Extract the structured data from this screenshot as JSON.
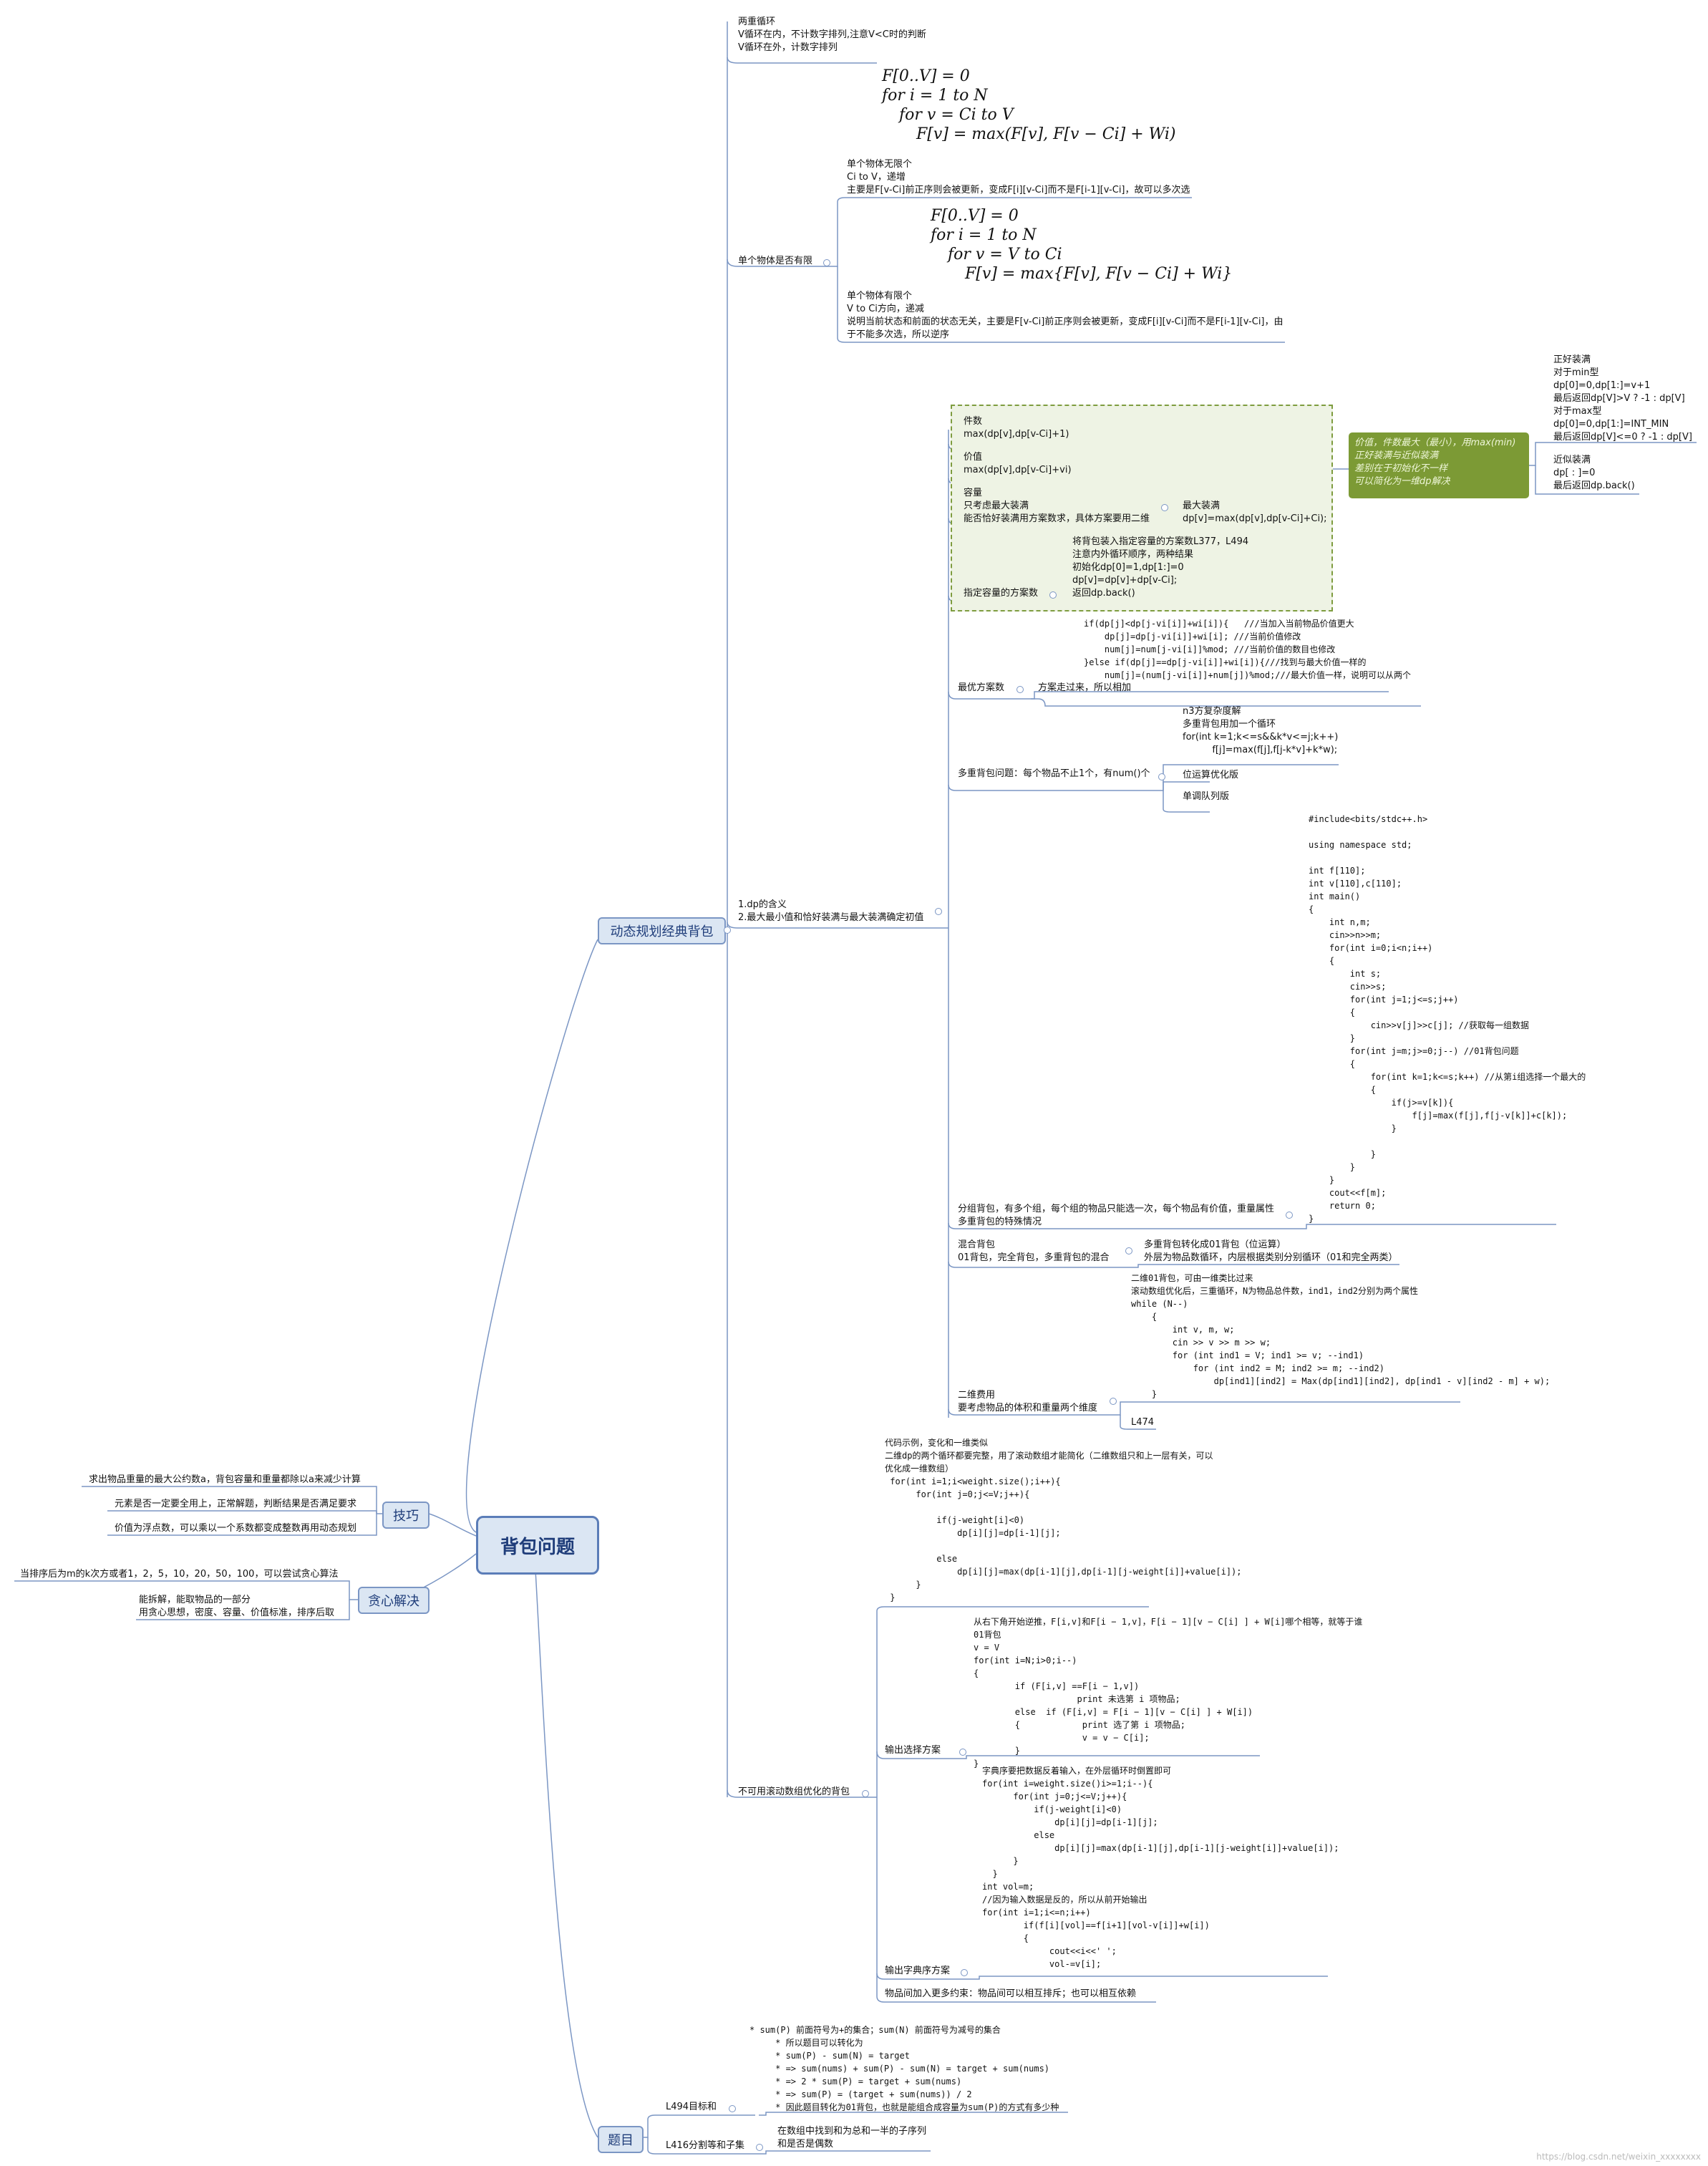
{
  "root": "背包问题",
  "main_nodes": {
    "dp": "动态规划经典背包",
    "tips": "技巧",
    "greedy": "贪心解决",
    "problems": "题目"
  },
  "tips_items": [
    "求出物品重量的最大公约数a，背包容量和重量都除以a来减少计算",
    "元素是否一定要全用上，正常解题，判断结果是否满足要求",
    "价值为浮点数，可以乘以一个系数都变成整数再用动态规划"
  ],
  "greedy_items": [
    "当排序后为m的k次方或者1，2，5，10，20，50，100，可以尝试贪心算法",
    "能拆解，能取物品的一部分\n用贪心思想，密度、容量、价值标准，排序后取"
  ],
  "dp": {
    "loop_note": "两重循环\nV循环在内，不计数字排列,注意V<C时的判断\nV循环在外，计数字排列",
    "formula1": [
      "F[0..V] = 0",
      "for i = 1 to N",
      "for v = Ci to V",
      "F[v] = max(F[v], F[v − Ci] + Wi)"
    ],
    "unbounded_note": "单个物体无限个\nCi to V，递增\n主要是F[v-Ci]前正序则会被更新，变成F[i][v-Ci]而不是F[i-1][v-Ci]，故可以多次选",
    "formula2": [
      "F[0..V] = 0",
      "for i = 1 to N",
      "for v = V to Ci",
      "F[v] = max{F[v], F[v − Ci] + Wi}"
    ],
    "zeroone_note": "单个物体有限个\nV to Ci方向，递减\n说明当前状态和前面的状态无关，主要是F[v-Ci]前正序则会被更新，变成F[i][v-Ci]而不是F[i-1][v-Ci]，由\n于不能多次选，所以逆序",
    "finite_label": "单个物体是否有限",
    "count_label": "件数\nmax(dp[v],dp[v-Ci]+1)",
    "value_label": "价值\nmax(dp[v],dp[v-Ci]+vi)",
    "capacity_label": "容量\n只考虑最大装满\n能否恰好装满用方案数求，具体方案要用二维",
    "max_fill": "最大装满\ndp[v]=max(dp[v],dp[v-Ci]+Ci);",
    "ways_code": "将背包装入指定容量的方案数L377，L494\n注意内外循环顺序，两种结果\n初始化dp[0]=1,dp[1:]=0\ndp[v]=dp[v]+dp[v-Ci];\n返回dp.back()",
    "ways_label": "指定容量的方案数",
    "green_node": "价值，件数最大（最小），用max(min)\n正好装满与近似装满\n差别在于初始化不一样\n可以简化为一维dp解决",
    "exact_fill": "正好装满\n对于min型\ndp[0]=0,dp[1:]=v+1\n最后返回dp[V]>V ? -1 : dp[V]\n对于max型\ndp[0]=0,dp[1:]=INT_MIN\n最后返回dp[V]<=0 ? -1 : dp[V]",
    "approx_fill": "近似装满\ndp[ : ]=0\n最后返回dp.back()",
    "best_code": "if(dp[j]<dp[j-vi[i]]+wi[i]){   ///当加入当前物品价值更大\n    dp[j]=dp[j-vi[i]]+wi[i]; ///当前价值修改\n    num[j]=num[j-vi[i]]%mod; ///当前价值的数目也修改\n}else if(dp[j]==dp[j-vi[i]]+wi[i]){///找到与最大价值一样的\n    num[j]=(num[j-vi[i]]+num[j])%mod;///最大价值一样，说明可以从两个",
    "best_label": "最优方案数",
    "best_sub": "方案走过来，所以相加",
    "multi_code": "n3方复杂度解\n多重背包用加一个循环\nfor(int k=1;k<=s&&k*v<=j;k++)\n          f[j]=max(f[j],f[j-k*v]+k*w);",
    "multi_label": "多重背包问题：每个物品不止1个，有num()个",
    "multi_bits": "位运算优化版",
    "multi_queue": "单调队列版",
    "dp_meaning": "1.dp的含义\n2.最大最小值和恰好装满与最大装满确定初值",
    "group_code": "#include<bits/stdc++.h>\n\nusing namespace std;\n\nint f[110];\nint v[110],c[110];\nint main()\n{\n    int n,m;\n    cin>>n>>m;\n    for(int i=0;i<n;i++)\n    {\n        int s;\n        cin>>s;\n        for(int j=1;j<=s;j++)\n        {\n            cin>>v[j]>>c[j]; //获取每一组数据\n        }\n        for(int j=m;j>=0;j--) //01背包问题\n        {\n            for(int k=1;k<=s;k++) //从第i组选择一个最大的\n            {\n                if(j>=v[k]){\n                    f[j]=max(f[j],f[j-v[k]]+c[k]);\n                }\n\n            }\n        }\n    }\n    cout<<f[m];\n    return 0;\n}",
    "group_label": "分组背包，有多个组，每个组的物品只能选一次，每个物品有价值，重量属性\n多重背包的特殊情况",
    "mixed_label": "混合背包\n01背包，完全背包，多重背包的混合",
    "mixed_note": "多重背包转化成01背包（位运算）\n外层为物品数循环，内层根据类别分别循环（01和完全两类）",
    "twod_code": "二维01背包，可由一维类比过来\n滚动数组优化后，三重循环，N为物品总件数，ind1，ind2分别为两个属性\nwhile (N--)\n    {\n        int v, m, w;\n        cin >> v >> m >> w;\n        for (int ind1 = V; ind1 >= v; --ind1)\n            for (int ind2 = M; ind2 >= m; --ind2)\n                dp[ind1][ind2] = Max(dp[ind1][ind2], dp[ind1 - v][ind2 - m] + w);\n    }",
    "twod_label": "二维费用\n要考虑物品的体积和重量两个维度",
    "twod_ref": "L474",
    "rolling_code": "代码示例，变化和一维类似\n二维dp的两个循环都要完整，用了滚动数组才能简化（二维数组只和上一层有关，可以\n优化成一维数组）\n for(int i=1;i<weight.size();i++){\n      for(int j=0;j<=V;j++){\n\n          if(j-weight[i]<0)\n              dp[i][j]=dp[i-1][j];\n\n          else\n              dp[i][j]=max(dp[i-1][j],dp[i-1][j-weight[i]]+value[i]);\n      }\n }",
    "choice_code": "从右下角开始逆推，F[i,v]和F[i − 1,v]，F[i − 1][v − C[i] ] + W[i]哪个相等，就等于谁\n01背包\nv = V\nfor(int i=N;i>0;i--)\n{\n        if (F[i,v] ==F[i − 1,v])\n                    print 未选第 i 项物品;\n        else  if (F[i,v] = F[i − 1][v − C[i] ] + W[i])\n        {            print 选了第 i 项物品;\n                     v = v − C[i];\n        }\n}",
    "choice_label": "输出选择方案",
    "lex_code": "字典序要把数据反着输入，在外层循环时倒置即可\nfor(int i=weight.size()i>=1;i--){\n      for(int j=0;j<=V;j++){\n          if(j-weight[i]<0)\n              dp[i][j]=dp[i-1][j];\n          else\n              dp[i][j]=max(dp[i-1][j],dp[i-1][j-weight[i]]+value[i]);\n      }\n  }\nint vol=m;\n//因为输入数据是反的，所以从前开始输出\nfor(int i=1;i<=n;i++)\n        if(f[i][vol]==f[i+1][vol-v[i]]+w[i])\n        {\n             cout<<i<<' ';\n             vol-=v[i];",
    "lex_label": "输出字典序方案",
    "dependency": "物品间加入更多约束：物品间可以相互排斥；也可以相互依赖",
    "nonrolling_label": "不可用滚动数组优化的背包"
  },
  "problems": {
    "l494_code": "* sum(P) 前面符号为+的集合；sum(N) 前面符号为减号的集合\n     * 所以题目可以转化为\n     * sum(P) - sum(N) = target\n     * => sum(nums) + sum(P) - sum(N) = target + sum(nums)\n     * => 2 * sum(P) = target + sum(nums)\n     * => sum(P) = (target + sum(nums)) / 2\n     * 因此题目转化为01背包，也就是能组合成容量为sum(P)的方式有多少种",
    "l494_label": "L494目标和",
    "l416_label": "L416分割等和子集",
    "l416_note": "在数组中找到和为总和一半的子序列\n和是否是偶数"
  },
  "watermark": "https://blog.csdn.net/weixin_xxxxxxxx"
}
